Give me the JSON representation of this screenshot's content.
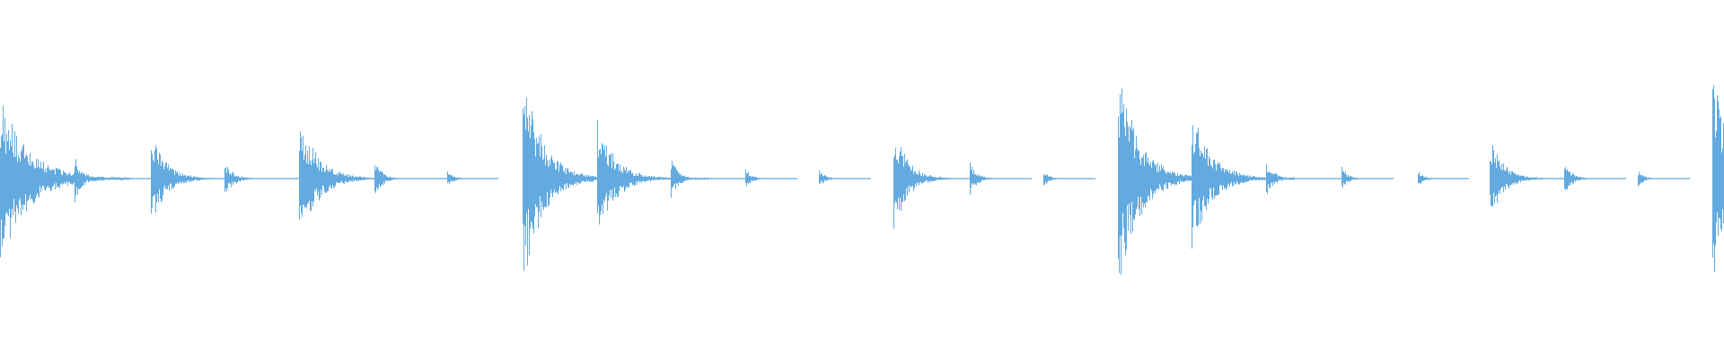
{
  "waveform": {
    "color": "#62aadf",
    "background": "#ffffff",
    "hits": [
      {
        "t": 0.0,
        "amp": 0.48,
        "decay": 0.045,
        "tail": 0.075
      },
      {
        "t": 0.043,
        "amp": 0.15,
        "decay": 0.012,
        "tail": 0.028
      },
      {
        "t": 0.087,
        "amp": 0.27,
        "decay": 0.025,
        "tail": 0.03
      },
      {
        "t": 0.13,
        "amp": 0.1,
        "decay": 0.015,
        "tail": 0.022
      },
      {
        "t": 0.173,
        "amp": 0.38,
        "decay": 0.03,
        "tail": 0.032
      },
      {
        "t": 0.217,
        "amp": 0.12,
        "decay": 0.012,
        "tail": 0.022
      },
      {
        "t": 0.259,
        "amp": 0.05,
        "decay": 0.01,
        "tail": 0.024
      },
      {
        "t": 0.303,
        "amp": 0.64,
        "decay": 0.032,
        "tail": 0.04
      },
      {
        "t": 0.346,
        "amp": 0.34,
        "decay": 0.03,
        "tail": 0.065
      },
      {
        "t": 0.389,
        "amp": 0.12,
        "decay": 0.012,
        "tail": 0.02
      },
      {
        "t": 0.432,
        "amp": 0.06,
        "decay": 0.01,
        "tail": 0.018
      },
      {
        "t": 0.475,
        "amp": 0.05,
        "decay": 0.01,
        "tail": 0.016
      },
      {
        "t": 0.518,
        "amp": 0.32,
        "decay": 0.022,
        "tail": 0.03
      },
      {
        "t": 0.562,
        "amp": 0.1,
        "decay": 0.012,
        "tail": 0.022
      },
      {
        "t": 0.605,
        "amp": 0.05,
        "decay": 0.01,
        "tail": 0.015
      },
      {
        "t": 0.648,
        "amp": 0.66,
        "decay": 0.034,
        "tail": 0.04
      },
      {
        "t": 0.691,
        "amp": 0.4,
        "decay": 0.032,
        "tail": 0.06
      },
      {
        "t": 0.734,
        "amp": 0.12,
        "decay": 0.012,
        "tail": 0.02
      },
      {
        "t": 0.778,
        "amp": 0.07,
        "decay": 0.01,
        "tail": 0.02
      },
      {
        "t": 0.822,
        "amp": 0.05,
        "decay": 0.01,
        "tail": 0.016
      },
      {
        "t": 0.864,
        "amp": 0.24,
        "decay": 0.022,
        "tail": 0.03
      },
      {
        "t": 0.907,
        "amp": 0.1,
        "decay": 0.012,
        "tail": 0.018
      },
      {
        "t": 0.95,
        "amp": 0.05,
        "decay": 0.01,
        "tail": 0.016
      },
      {
        "t": 0.993,
        "amp": 0.66,
        "decay": 0.03,
        "tail": 0.01
      }
    ]
  }
}
